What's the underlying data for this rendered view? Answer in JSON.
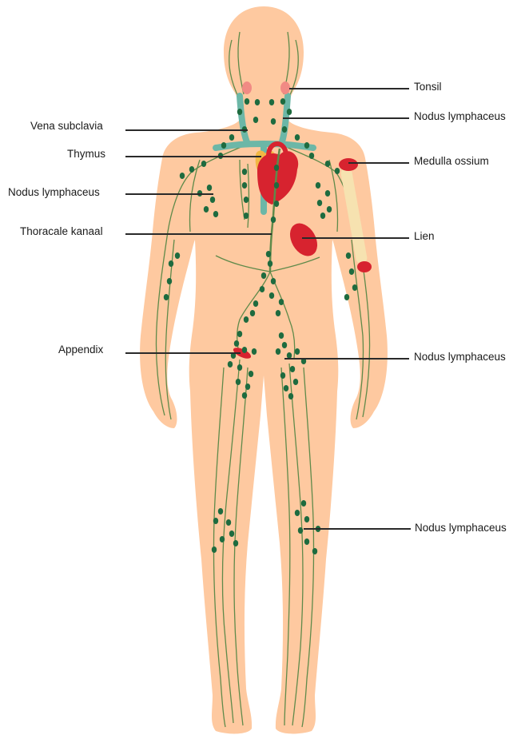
{
  "colors": {
    "skin": "#fec9a0",
    "lymph_vessel": "#5f8a4a",
    "lymph_node": "#1e6b3f",
    "vein_teal": "#6cb7a7",
    "heart_red": "#d7232f",
    "thymus_yellow": "#f2b844",
    "tonsil_pink": "#f18a84",
    "bone": "#f6e2b0",
    "leader_line": "#2a2a2a"
  },
  "icons": [
    "human-body-silhouette",
    "heart-icon",
    "thymus-icon",
    "spleen-icon",
    "humerus-bone-icon",
    "appendix-icon",
    "tonsil-icon",
    "lymph-node-icon"
  ],
  "labels": {
    "tonsil": "Tonsil",
    "nodus_neck": "Nodus lymphaceus",
    "vena_subclavia": "Vena subclavia",
    "thymus": "Thymus",
    "medulla_ossium": "Medulla ossium",
    "nodus_axilla": "Nodus lymphaceus",
    "thoracale_kanaal": "Thoracale kanaal",
    "lien": "Lien",
    "appendix": "Appendix",
    "nodus_groin": "Nodus lymphaceus",
    "nodus_knee": "Nodus lymphaceus"
  }
}
